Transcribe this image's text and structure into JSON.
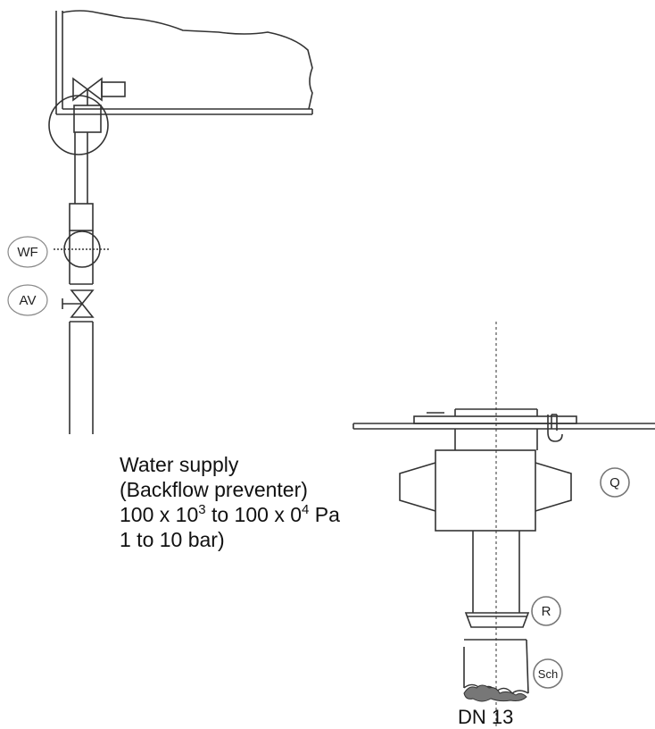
{
  "labels": {
    "wf": "WF",
    "av": "AV",
    "q": "Q",
    "r": "R",
    "sch": "Sch",
    "dn": "DN 13"
  },
  "caption": {
    "line1": "Water supply",
    "line2": "(Backflow preventer)",
    "line3_a": "100 x 10",
    "line3_sup1": "3",
    "line3_b": " to 100 x 0",
    "line3_sup2": "4",
    "line3_c": " Pa",
    "line4": "1 to 10 bar)"
  },
  "colors": {
    "line": "#333333",
    "background": "#ffffff"
  }
}
